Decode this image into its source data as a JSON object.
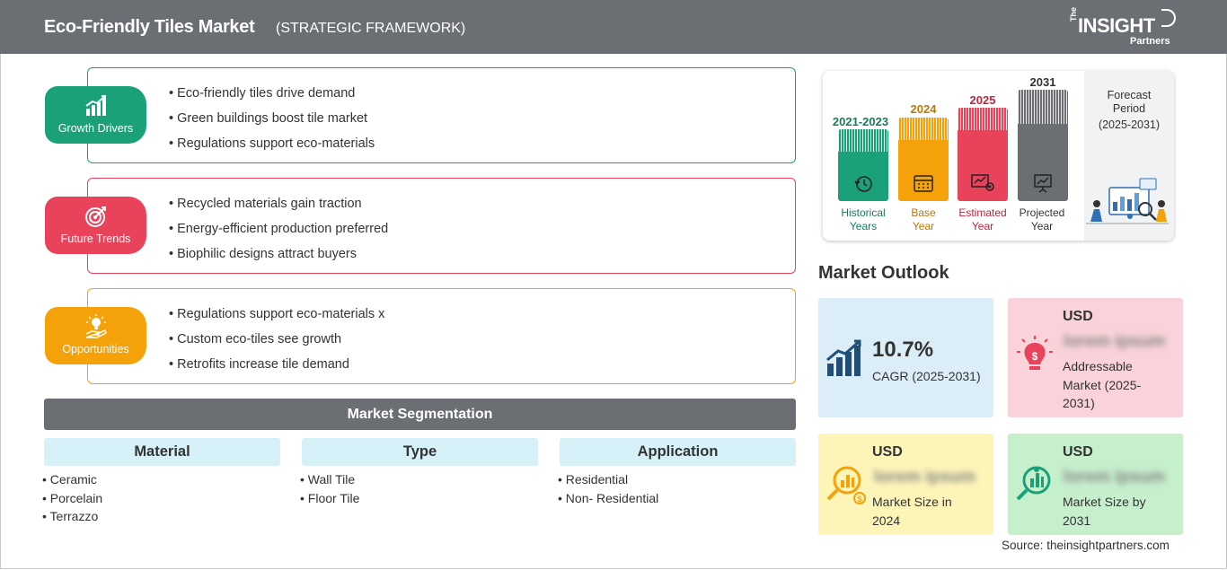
{
  "header": {
    "title": "Eco-Friendly Tiles Market",
    "subtitle": "(STRATEGIC FRAMEWORK)",
    "logo": {
      "the": "The",
      "insight": "INSIGHT",
      "partners": "Partners"
    }
  },
  "drivers": [
    {
      "label": "Growth Drivers",
      "color": "#1aa179",
      "icon": "bar-chart-growth-icon",
      "items": [
        "Eco-friendly tiles drive demand",
        "Green buildings boost tile market",
        "Regulations support eco-materials"
      ]
    },
    {
      "label": "Future Trends",
      "color": "#e8435a",
      "icon": "target-icon",
      "items": [
        "Recycled materials gain traction",
        "Energy-efficient production preferred",
        "Biophilic designs attract buyers"
      ]
    },
    {
      "label": "Opportunities",
      "color": "#f5a20a",
      "icon": "lightbulb-hand-icon",
      "items": [
        "Regulations support eco-materials x",
        "Custom eco-tiles see growth",
        "Retrofits increase tile demand"
      ]
    }
  ],
  "segmentation": {
    "title": "Market Segmentation",
    "columns": [
      {
        "heading": "Material",
        "items": [
          "Ceramic",
          "Porcelain",
          "Terrazzo"
        ]
      },
      {
        "heading": "Type",
        "items": [
          "Wall Tile",
          "Floor Tile"
        ]
      },
      {
        "heading": "Application",
        "items": [
          "Residential",
          "Non- Residential"
        ]
      }
    ]
  },
  "timeline": {
    "bars": [
      {
        "year": "2021-2023",
        "caption_1": "Historical",
        "caption_2": "Years",
        "color": "#1aa179",
        "caption_color": "#1a7a5e",
        "icon": "history-clock-icon"
      },
      {
        "year": "2024",
        "caption_1": "Base",
        "caption_2": "Year",
        "color": "#f5a20a",
        "caption_color": "#b8770a",
        "icon": "calendar-icon"
      },
      {
        "year": "2025",
        "caption_1": "Estimated",
        "caption_2": "Year",
        "color": "#e8435a",
        "caption_color": "#b52a3e",
        "icon": "gears-chart-icon"
      },
      {
        "year": "2031",
        "caption_1": "Projected",
        "caption_2": "Year",
        "color": "#6b6e72",
        "caption_color": "#333333",
        "icon": "presentation-board-icon"
      }
    ],
    "forecast": {
      "title": "Forecast Period",
      "range": "(2025-2031)"
    }
  },
  "outlook": {
    "title": "Market Outlook",
    "cagr": {
      "value": "10.7%",
      "label": "CAGR (2025-2031)",
      "color": "#dbeef8",
      "icon": "growth-bars-icon"
    },
    "addressable": {
      "currency": "USD",
      "value": "lorem ipsum",
      "label": "Addressable Market (2025-2031)",
      "color": "#f9d3d9",
      "icon": "idea-bulb-dollar-icon"
    },
    "size_2024": {
      "currency": "USD",
      "value": "lorem ipsum",
      "label": "Market Size in 2024",
      "color": "#fdf5b8",
      "icon": "magnifier-chart-icon"
    },
    "size_2031": {
      "currency": "USD",
      "value": "lorem ipsum",
      "label": "Market Size by 2031",
      "color": "#c6efcc",
      "icon": "magnifier-dollar-icon"
    }
  },
  "source": "Source: theinsightpartners.com"
}
